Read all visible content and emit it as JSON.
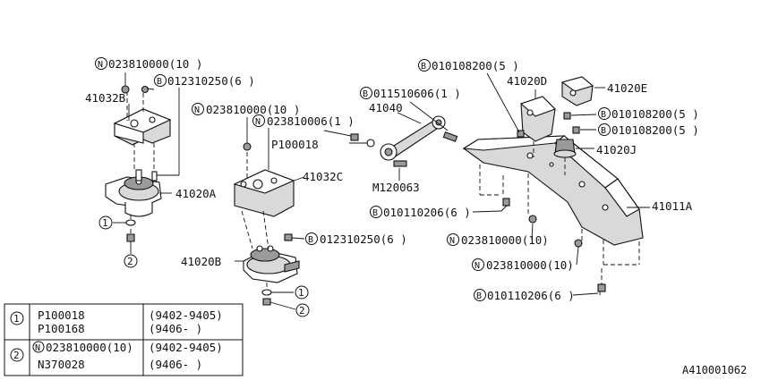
{
  "labels": {
    "n_top_left": "023810000(10 )",
    "b_top_left": "012310250(6 )",
    "p_41032b": "41032B",
    "p_41020a": "41020A",
    "n_mid": "023810000(10 )",
    "n_mid2": "023810006(1 )",
    "p_41040": "41040",
    "p_p100018": "P100018",
    "b_011510606": "011510606(1 )",
    "b_010108200_top": "010108200(5 )",
    "p_41020d": "41020D",
    "p_41020e": "41020E",
    "b_010108200_a": "010108200(5 )",
    "b_010108200_b": "010108200(5 )",
    "p_41020j": "41020J",
    "p_41032c": "41032C",
    "p_m120063": "M120063",
    "p_41011a": "41011A",
    "b_010110206_a": "010110206(6 )",
    "n_023810000_a": "023810000(10)",
    "b_012310250_mid": "012310250(6 )",
    "n_023810000_b": "023810000(10)",
    "p_41020b": "41020B",
    "b_010110206_b": "010110206(6 )",
    "callout_1": "1",
    "callout_2": "2",
    "prefix_n": "N",
    "prefix_b": "B",
    "diagram_id": "A410001062"
  },
  "legend_table": [
    {
      "ref": "1",
      "parts": [
        "P100018",
        "P100168"
      ],
      "dates": [
        "(9402-9405)",
        "(9406-     )"
      ]
    },
    {
      "ref": "2",
      "parts": [
        "023810000(10)",
        "N370028"
      ],
      "dates": [
        "(9402-9405)",
        "(9406-     )"
      ],
      "first_prefix": "N"
    }
  ]
}
